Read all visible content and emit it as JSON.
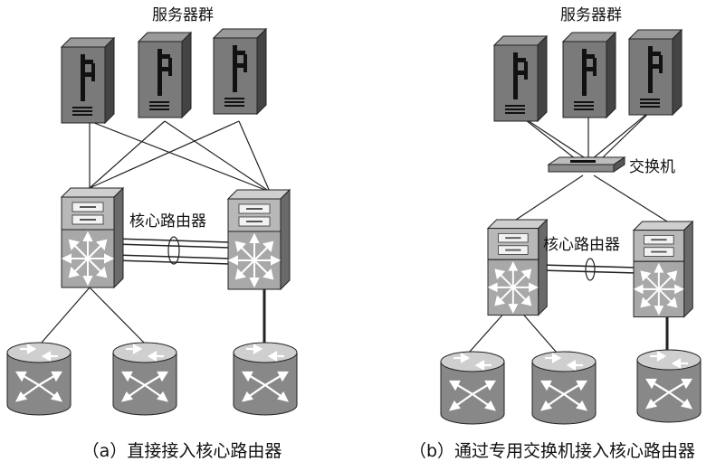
{
  "left": {
    "server_group_label": "服务器群",
    "core_router_label": "核心路由器",
    "caption": "（a）直接接入核心路由器"
  },
  "right": {
    "server_group_label": "服务器群",
    "switch_label": "交换机",
    "core_router_label": "核心路由器",
    "caption": "（b）通过专用交换机接入核心路由器"
  }
}
